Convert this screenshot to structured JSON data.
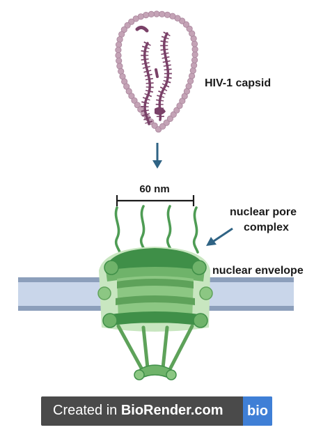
{
  "labels": {
    "capsid": "HIV-1 capsid",
    "scale": "60 nm",
    "npc_line1": "nuclear pore",
    "npc_line2": "complex",
    "envelope": "nuclear envelope"
  },
  "watermark": {
    "prefix": "Created in ",
    "brand": "BioRender.com",
    "logo": "bio"
  },
  "colors": {
    "capsid_beads": "#c4a3b6",
    "rna": "#7a4168",
    "arrow": "#2f6384",
    "npc_light": "#9ecf92",
    "npc_mid": "#6fb36a",
    "npc_dark": "#3f8f48",
    "npc_basket": "#5ea25a",
    "membrane": "#c9d6ea",
    "membrane_border": "#8c9fbb",
    "watermark_bg": "#4a4a4a",
    "logo_bg": "#3f7fd6"
  }
}
